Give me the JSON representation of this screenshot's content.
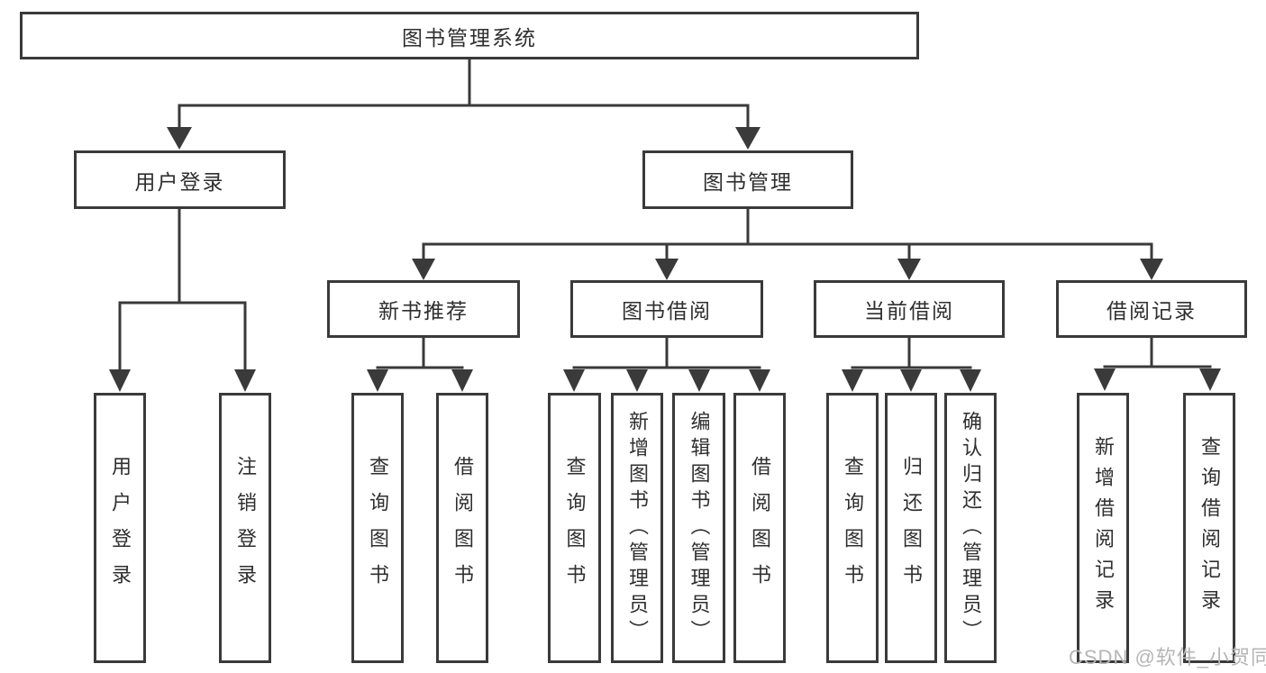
{
  "colors": {
    "line": "#3a3a3a",
    "text": "#2f2f2f",
    "watermark": "#b5b5b5",
    "background": "#ffffff"
  },
  "watermark": {
    "text": "CSDN @软件_小贺同学"
  },
  "tree": {
    "root": "图书管理系统",
    "branches": {
      "user_login": {
        "label": "用户登录",
        "children": [
          "用户登录",
          "注销登录"
        ]
      },
      "book_management": {
        "label": "图书管理",
        "groups": [
          {
            "label": "新书推荐",
            "children": [
              "查询图书",
              "借阅图书"
            ]
          },
          {
            "label": "图书借阅",
            "children": [
              "查询图书",
              "新增图书（管理员）",
              "编辑图书（管理员）",
              "借阅图书"
            ]
          },
          {
            "label": "当前借阅",
            "children": [
              "查询图书",
              "归还图书",
              "确认归还（管理员）"
            ]
          },
          {
            "label": "借阅记录",
            "children": [
              "新增借阅记录",
              "查询借阅记录"
            ]
          }
        ]
      }
    }
  }
}
